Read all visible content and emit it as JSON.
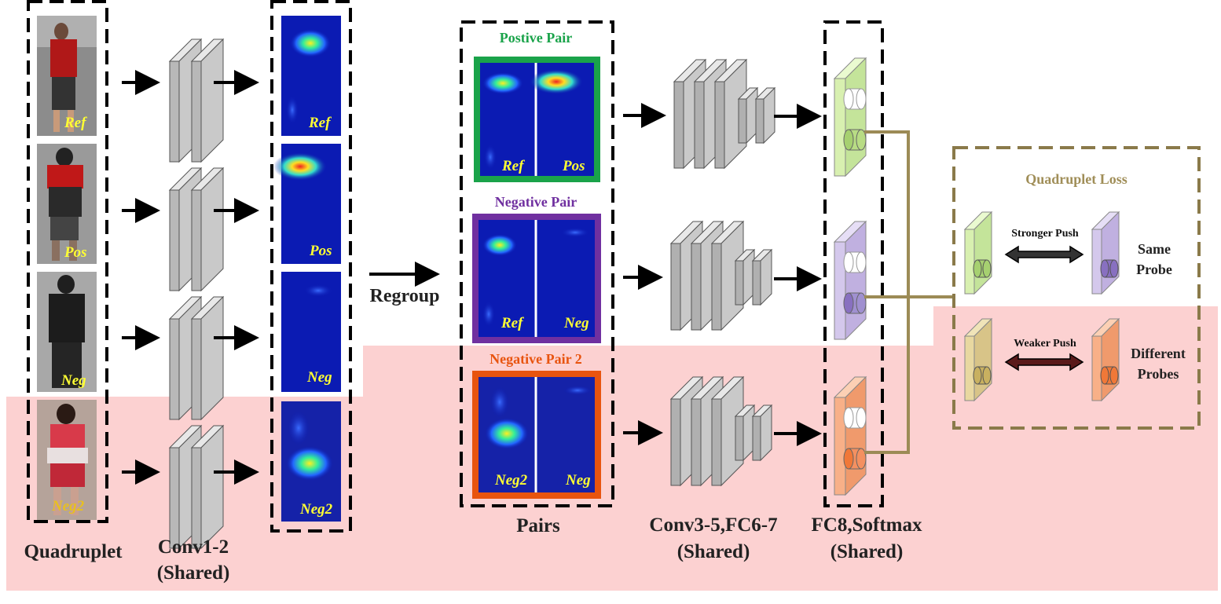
{
  "labels": {
    "quadruplet": "Quadruplet",
    "conv12_a": "Conv1-2",
    "conv12_b": "(Shared)",
    "pairs": "Pairs",
    "conv35_a": "Conv3-5,FC6-7",
    "conv35_b": "(Shared)",
    "fc8_a": "FC8,Softmax",
    "fc8_b": "(Shared)",
    "regroup": "Regroup"
  },
  "image_tags": [
    "Ref",
    "Pos",
    "Neg",
    "Neg2"
  ],
  "pairs": [
    {
      "title": "Postive Pair",
      "left": "Ref",
      "right": "Pos",
      "color": "#1aa34a"
    },
    {
      "title": "Negative Pair",
      "left": "Ref",
      "right": "Neg",
      "color": "#7030a0"
    },
    {
      "title": "Negative Pair 2",
      "left": "Neg2",
      "right": "Neg",
      "color": "#e8540f"
    }
  ],
  "loss": {
    "title": "Quadruplet Loss",
    "stronger": "Stronger Push",
    "weaker": "Weaker Push",
    "same_a": "Same",
    "same_b": "Probe",
    "diff_a": "Different",
    "diff_b": "Probes"
  },
  "colors": {
    "pink_bg": "#fcd1d1",
    "loss_box": "#8a7a4a",
    "connector": "#9c8b56",
    "heat_bg": "#0b1bb3",
    "tag_yellow": "#ffff33"
  }
}
